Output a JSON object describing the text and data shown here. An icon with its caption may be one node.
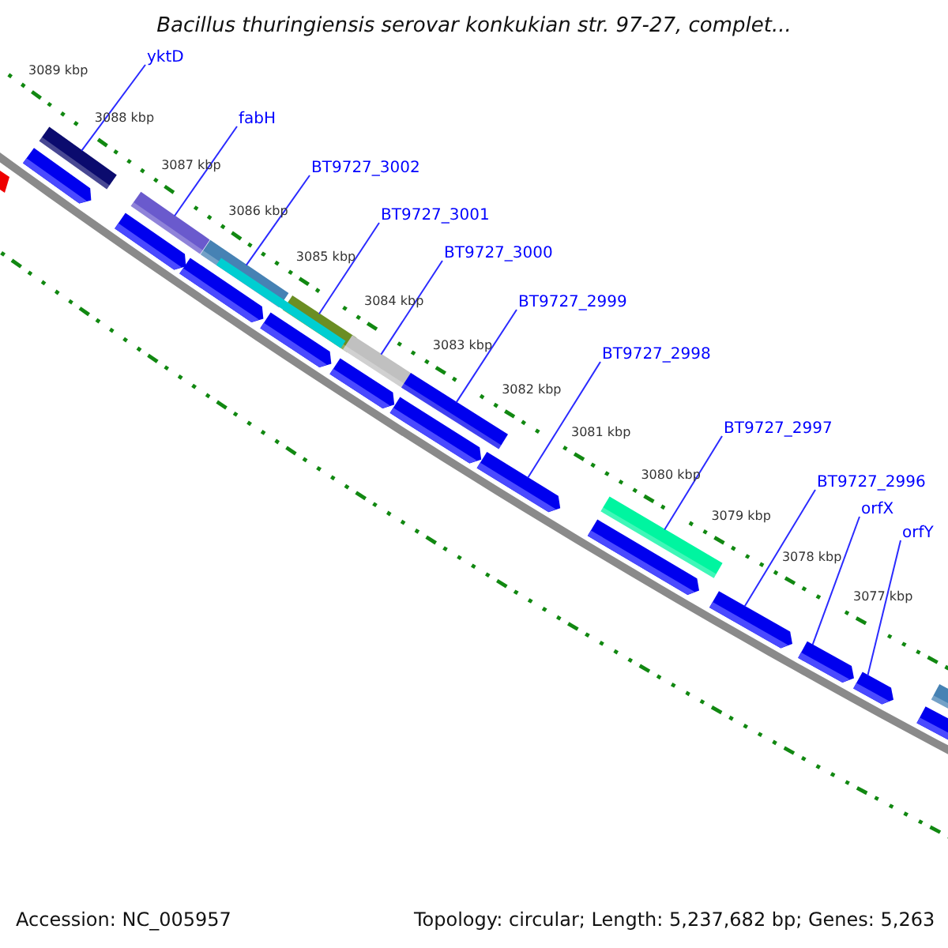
{
  "diagram": {
    "title": "Bacillus thuringiensis serovar konkukian str. 97-27, complet...",
    "nodes": [
      {
        "text": [
          "yktD"
        ]
      },
      {
        "text": [
          "fabH"
        ]
      },
      {
        "text": [
          "BT9727_3002"
        ]
      },
      {
        "text": [
          "BT9727_3001"
        ]
      },
      {
        "text": [
          "BT9727_3000"
        ]
      },
      {
        "text": [
          "BT9727_2999"
        ]
      },
      {
        "text": [
          "BT9727_2998"
        ]
      },
      {
        "text": [
          "BT9727_2997"
        ]
      },
      {
        "text": [
          "BT9727_2996"
        ]
      },
      {
        "text": [
          "orfX"
        ]
      },
      {
        "text": [
          "orfY"
        ]
      },
      {
        "text": [],
        "shape": "bar"
      },
      {
        "text": [],
        "shape": "bar"
      },
      {
        "text": [],
        "shape": "bar"
      },
      {
        "text": [],
        "shape": "bar"
      },
      {
        "text": [],
        "shape": "bar"
      },
      {
        "text": [],
        "shape": "bar"
      },
      {
        "text": [],
        "shape": "bar"
      },
      {
        "text": [],
        "shape": "bar"
      },
      {
        "text": [],
        "shape": "bar"
      },
      {
        "text": [],
        "shape": "bar"
      },
      {
        "text": [],
        "shape": "bar"
      },
      {
        "text": [],
        "shape": "bar"
      },
      {
        "text": [],
        "shape": "bar"
      },
      {
        "text": [],
        "shape": "bar"
      },
      {
        "text": [],
        "shape": "bar"
      },
      {
        "text": [],
        "shape": "bar"
      },
      {
        "text": [],
        "shape": "bar"
      },
      {
        "text": [],
        "shape": "bar"
      },
      {
        "text": [],
        "shape": "bar"
      },
      {
        "text": [],
        "shape": "bar"
      },
      {
        "text": [],
        "shape": "bar"
      },
      {
        "text": [],
        "shape": "bar"
      }
    ],
    "edges": [
      {
        "from": 0,
        "to": 13,
        "arrow": "none"
      },
      {
        "from": 1,
        "to": 15,
        "arrow": "none"
      },
      {
        "from": 2,
        "to": 18,
        "arrow": "none"
      },
      {
        "from": 3,
        "to": 20,
        "arrow": "none"
      },
      {
        "from": 4,
        "to": 22,
        "arrow": "none"
      },
      {
        "from": 5,
        "to": 24,
        "arrow": "none"
      },
      {
        "from": 6,
        "to": 25,
        "arrow": "none"
      },
      {
        "from": 7,
        "to": 27,
        "arrow": "none"
      },
      {
        "from": 8,
        "to": 28,
        "arrow": "none"
      },
      {
        "from": 9,
        "to": 29,
        "arrow": "none"
      },
      {
        "from": 10,
        "to": 30,
        "arrow": "none"
      }
    ],
    "labels": [
      "3089 kbp",
      "3088 kbp",
      "3087 kbp",
      "3086 kbp",
      "3085 kbp",
      "3084 kbp",
      "3083 kbp",
      "3082 kbp",
      "3081 kbp",
      "3080 kbp",
      "3079 kbp",
      "3078 kbp",
      "3077 kbp",
      "Accession: NC_005957",
      "Topology: circular; Length: 5,237,682 bp; Genes: 5,263"
    ]
  }
}
